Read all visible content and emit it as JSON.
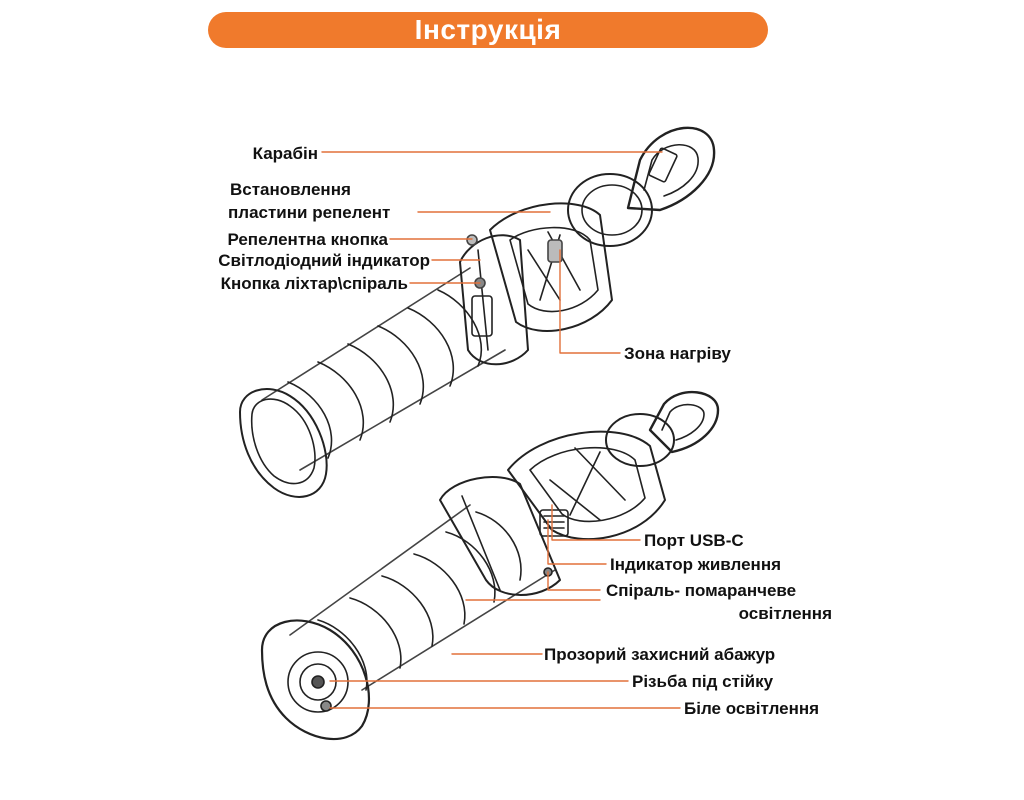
{
  "title": "Інструкція",
  "colors": {
    "accent": "#f07a2c",
    "line": "#222222",
    "leader": "#e2703a"
  },
  "labels": {
    "carabiner": "Карабін",
    "plate_line1": "Встановлення",
    "plate_line2": "пластини репелент",
    "repellent_button": "Репелентна кнопка",
    "led_indicator": "Світлодіодний індикатор",
    "light_button": "Кнопка ліхтар\\спіраль",
    "heating_zone": "Зона нагріву",
    "usb_port": "Порт USB-C",
    "power_indicator": "Індикатор живлення",
    "spiral_line1": "Спіраль- помаранчеве",
    "spiral_line2": "освітлення",
    "shade": "Прозорий захисний абажур",
    "thread": "Різьба під стійку",
    "white_light": "Біле освітлення"
  }
}
